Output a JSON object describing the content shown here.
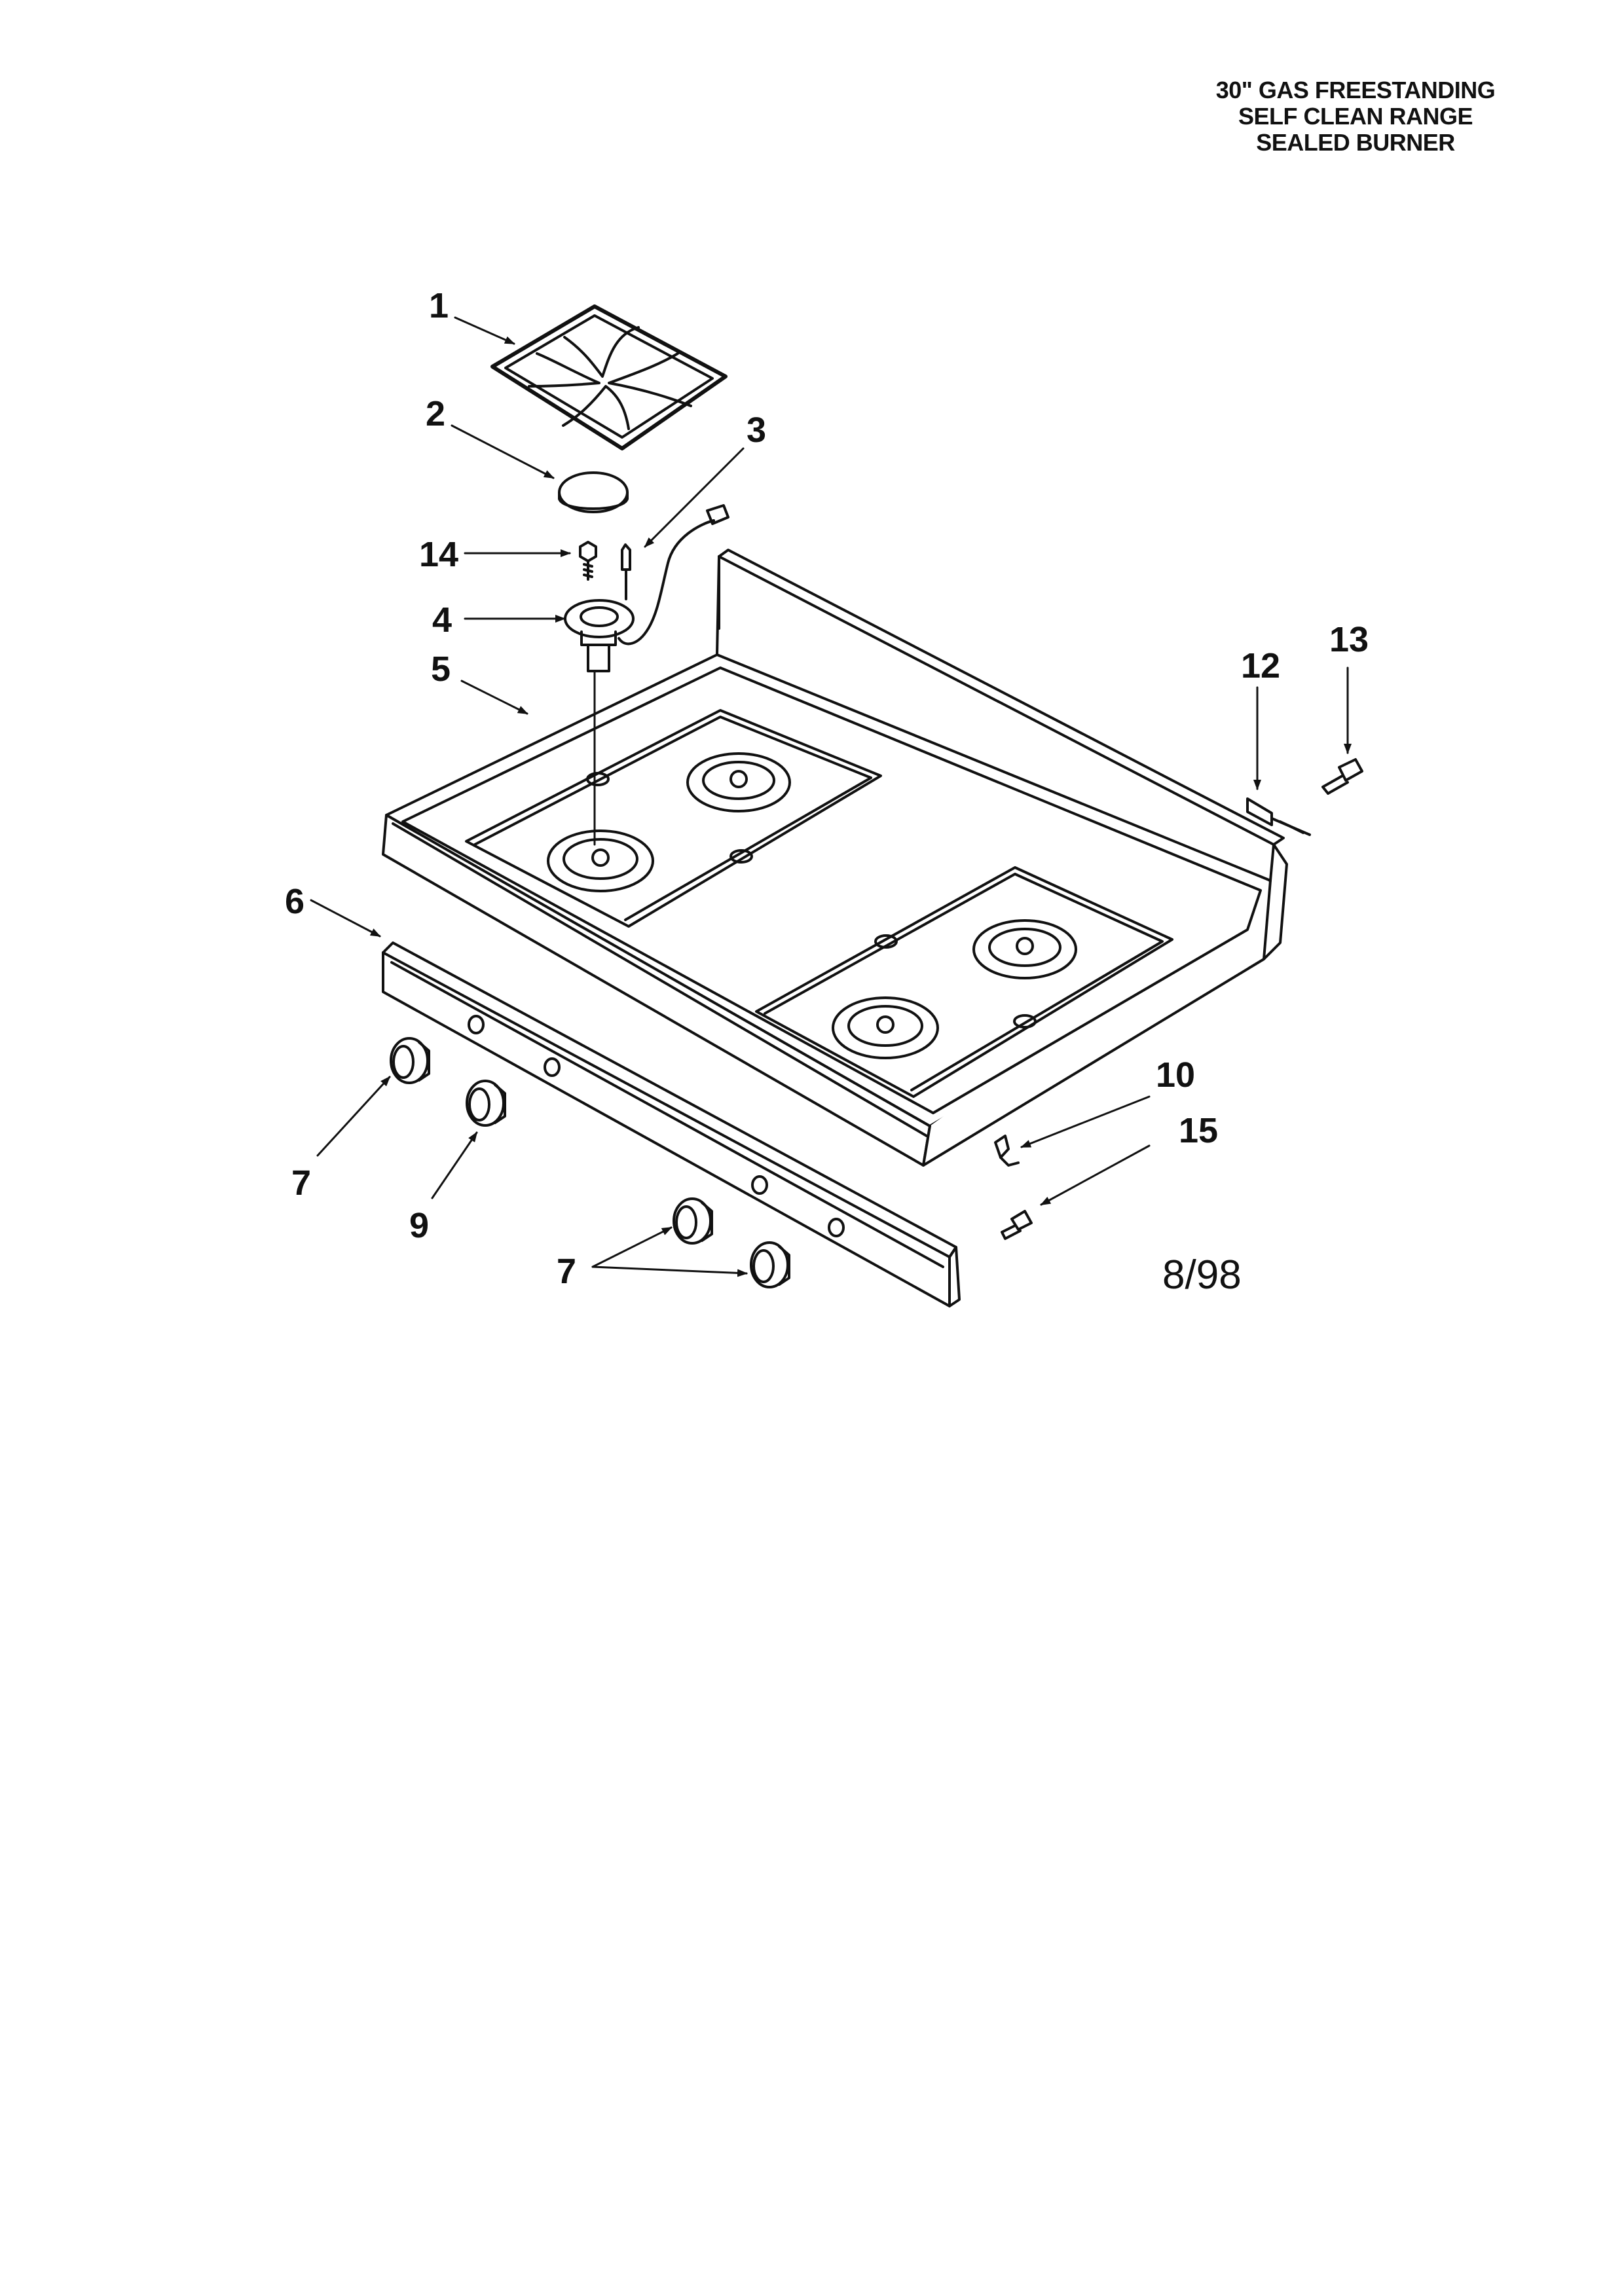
{
  "title": {
    "line1": "30\" GAS FREESTANDING",
    "line2": "SELF CLEAN RANGE",
    "line3": "SEALED BURNER"
  },
  "callouts": {
    "c1": "1",
    "c2": "2",
    "c3": "3",
    "c4": "4",
    "c5": "5",
    "c6": "6",
    "c7a": "7",
    "c7b": "7",
    "c9": "9",
    "c10": "10",
    "c12": "12",
    "c13": "13",
    "c14": "14",
    "c15": "15"
  },
  "date": "8/98"
}
